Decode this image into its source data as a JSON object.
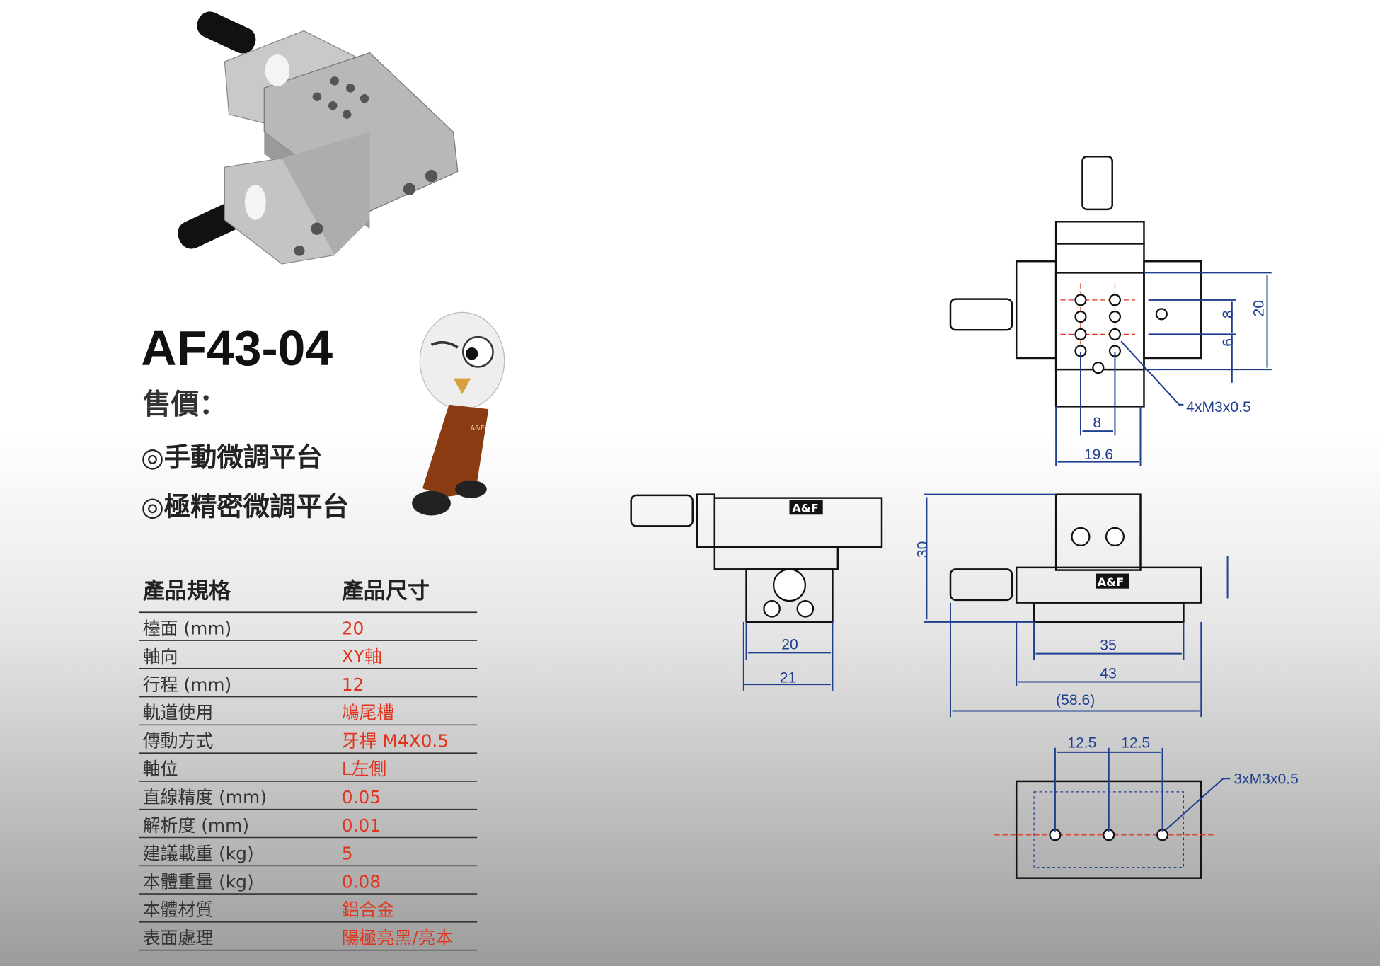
{
  "model": "AF43-04",
  "price_label": "售價：",
  "features": [
    "◎手動微調平台",
    "◎極精密微調平台"
  ],
  "mascot_badge": "A&F",
  "brand_label": "A&F",
  "table": {
    "header": {
      "spec": "產品規格",
      "size": "產品尺寸"
    },
    "rows": [
      {
        "label": "檯面 (mm)",
        "value": "20"
      },
      {
        "label": "軸向",
        "value": "XY軸"
      },
      {
        "label": "行程 (mm)",
        "value": "12"
      },
      {
        "label": "軌道使用",
        "value": "鳩尾槽"
      },
      {
        "label": "傳動方式",
        "value": "牙桿 M4X0.5"
      },
      {
        "label": "軸位",
        "value": "L左側"
      },
      {
        "label": "直線精度 (mm)",
        "value": "0.05"
      },
      {
        "label": "解析度 (mm)",
        "value": "0.01"
      },
      {
        "label": "建議載重 (kg)",
        "value": "5"
      },
      {
        "label": "本體重量 (kg)",
        "value": "0.08"
      },
      {
        "label": "本體材質",
        "value": "鋁合金"
      },
      {
        "label": "表面處理",
        "value": "陽極亮黑/亮本"
      }
    ]
  },
  "drawing": {
    "top": {
      "hole_spec": "4xM3x0.5",
      "d_8h": "8",
      "d_19_6": "19.6",
      "d_8v": "8",
      "d_6": "6",
      "d_20": "20"
    },
    "side": {
      "d_20": "20",
      "d_21": "21"
    },
    "front": {
      "d_30": "30",
      "d_35": "35",
      "d_43": "43",
      "d_58_6": "(58.6)"
    },
    "bottom": {
      "hole_spec": "3xM3x0.5",
      "d_12_5a": "12.5",
      "d_12_5b": "12.5"
    }
  },
  "colors": {
    "value_red": "#e0341c",
    "dim_blue": "#1f3f8f"
  }
}
